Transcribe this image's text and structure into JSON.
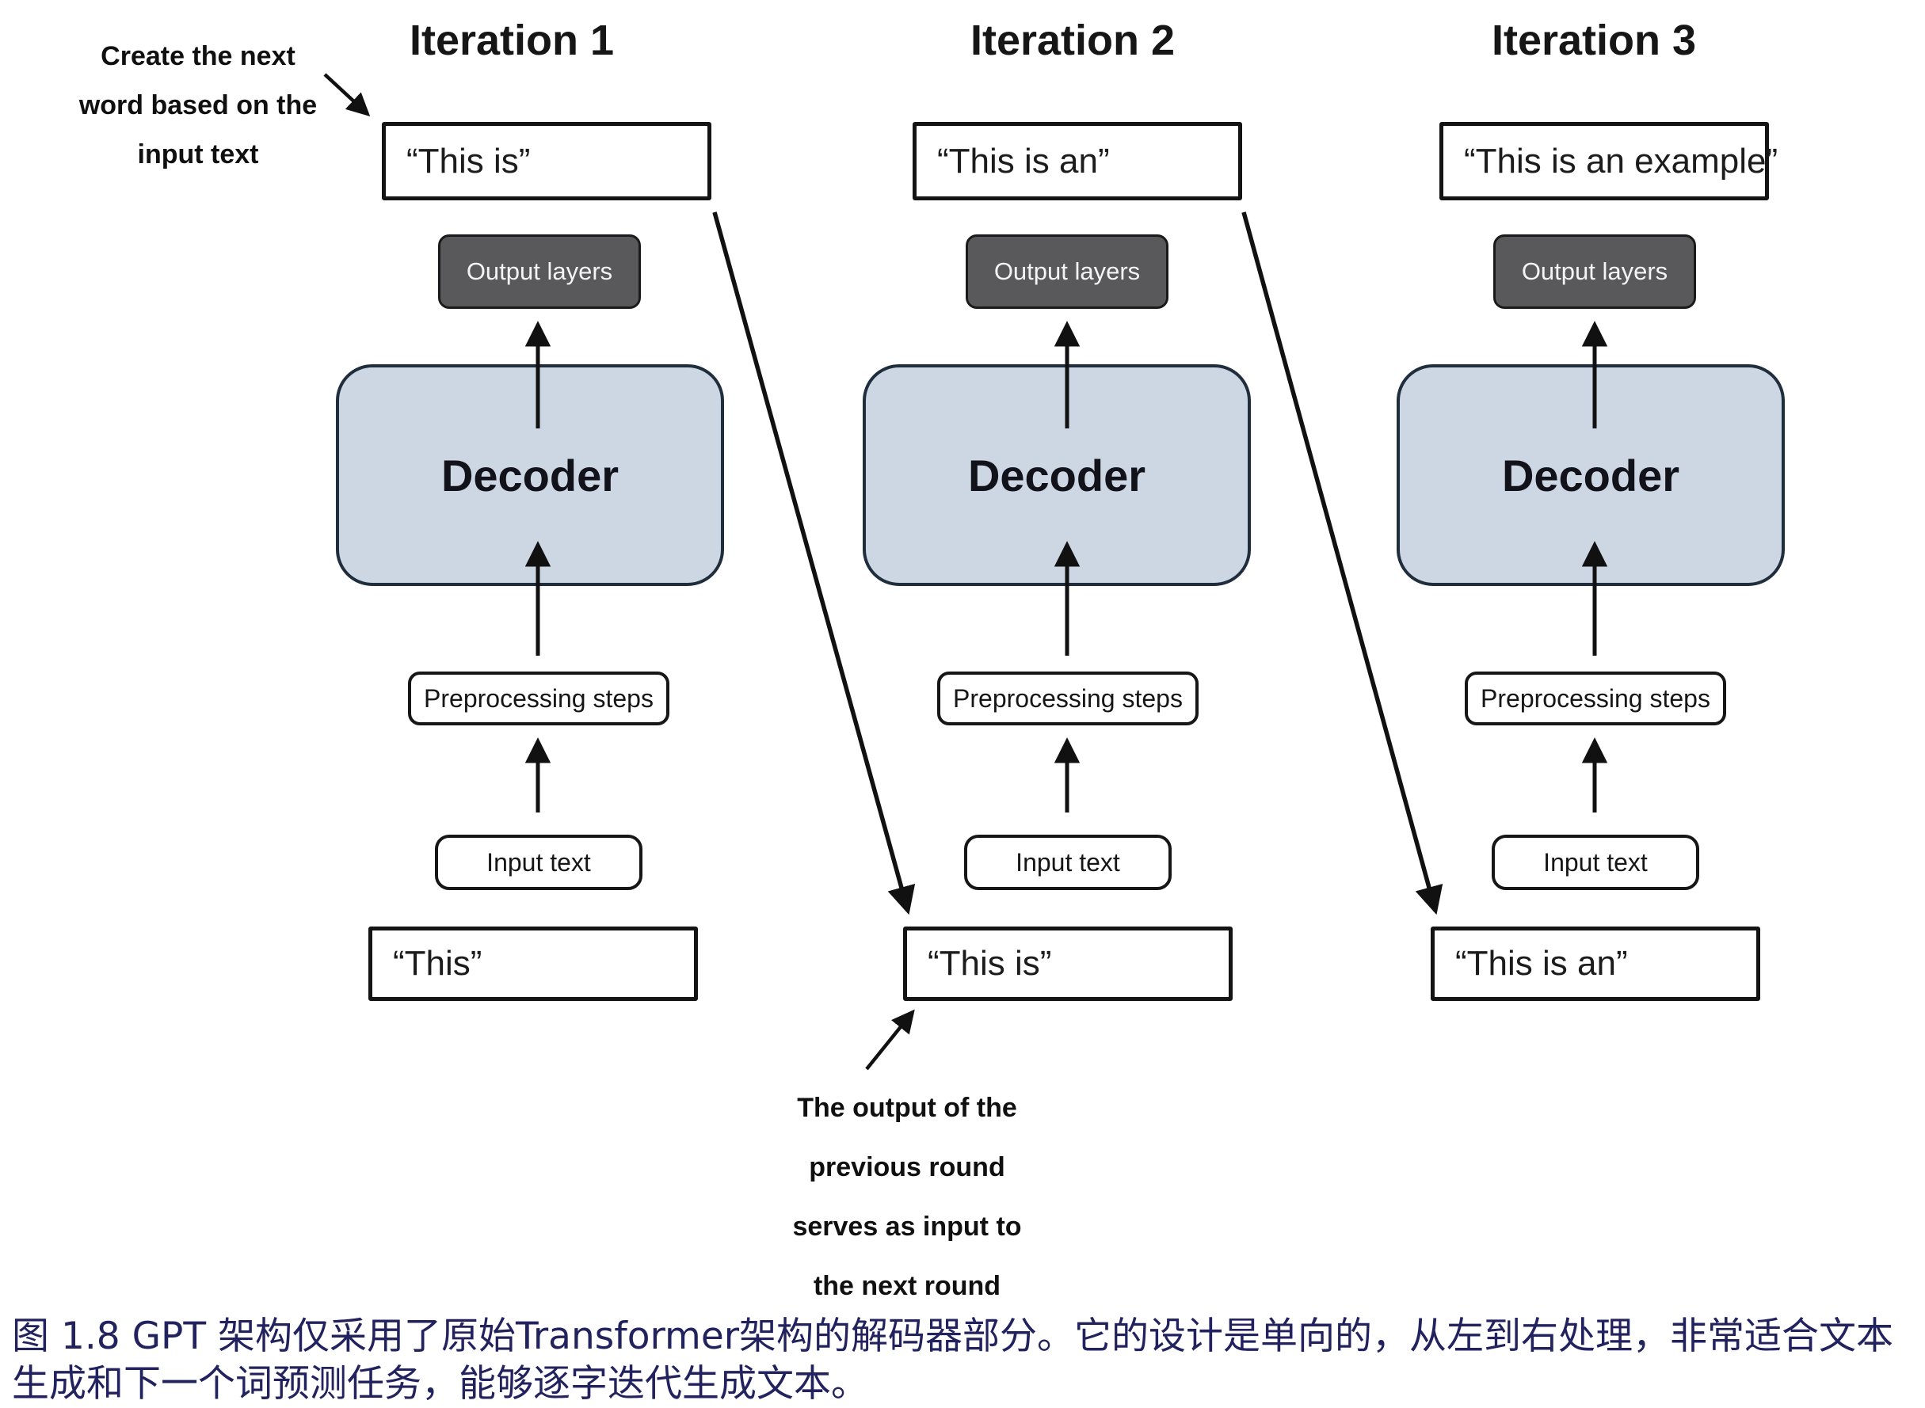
{
  "columns": [
    {
      "title": "Iteration 1",
      "output_text": "“This is”",
      "output_layers_label": "Output layers",
      "decoder_label": "Decoder",
      "preprocessing_label": "Preprocessing steps",
      "input_box_label": "Input text",
      "input_text": "“This”"
    },
    {
      "title": "Iteration 2",
      "output_text": "“This is an”",
      "output_layers_label": "Output layers",
      "decoder_label": "Decoder",
      "preprocessing_label": "Preprocessing steps",
      "input_box_label": "Input text",
      "input_text": "“This is”"
    },
    {
      "title": "Iteration 3",
      "output_text": "“This is an example”",
      "output_layers_label": "Output layers",
      "decoder_label": "Decoder",
      "preprocessing_label": "Preprocessing steps",
      "input_box_label": "Input text",
      "input_text": "“This is an”"
    }
  ],
  "annotations": {
    "top_left": {
      "line1": "Create the next",
      "line2": "word based on the",
      "line3": "input text"
    },
    "bottom_middle": {
      "line1": "The output of the",
      "line2": "previous round",
      "line3": "serves as input to",
      "line4": "the next round"
    }
  },
  "caption": {
    "line1": "图 1.8  GPT 架构仅采用了原始Transformer架构的解码器部分。它的设计是单向的，从左到右处理，非常适合文本",
    "line2": "生成和下一个词预测任务，能够逐字迭代生成文本。",
    "color": "#22225e"
  },
  "colors": {
    "decoder_fill": "#cdd7e4",
    "decoder_border": "#1f2d3d",
    "output_layers_fill": "#59595b",
    "output_layers_text": "#f4f4f4",
    "box_border": "#141414",
    "arrow": "#111111",
    "background": "#ffffff"
  }
}
